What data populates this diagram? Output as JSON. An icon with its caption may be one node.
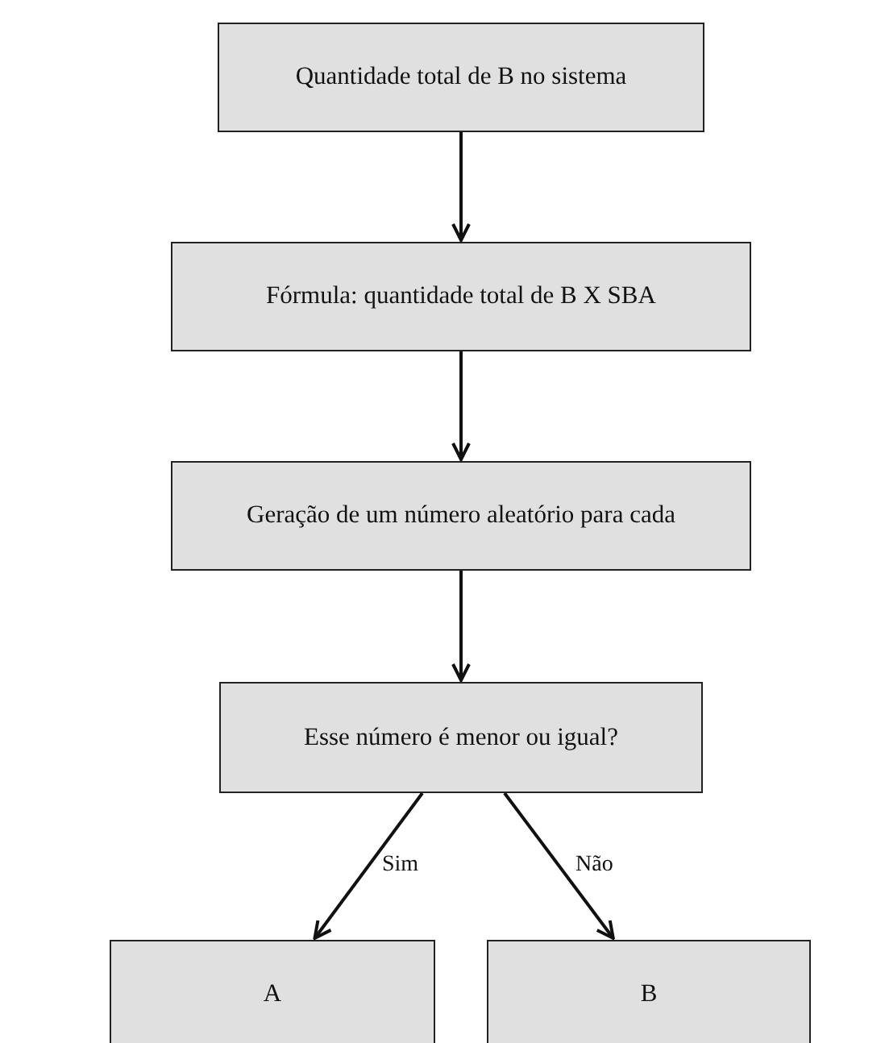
{
  "diagram": {
    "nodes": [
      {
        "text": [
          "Quantidade total de B no sistema"
        ]
      },
      {
        "text": [
          "Fórmula: quantidade total de B X SBA"
        ]
      },
      {
        "text": [
          "Geração de um número aleatório para cada"
        ]
      },
      {
        "text": [
          "Esse número é menor ou igual?"
        ]
      },
      {
        "text": [
          "A"
        ]
      },
      {
        "text": [
          "B"
        ]
      }
    ],
    "edges": [
      {
        "from": 0,
        "to": 1,
        "arrow": "to"
      },
      {
        "from": 1,
        "to": 2,
        "arrow": "to"
      },
      {
        "from": 2,
        "to": 3,
        "arrow": "to"
      },
      {
        "from": 3,
        "to": 4,
        "arrow": "to",
        "label": "Sim"
      },
      {
        "from": 3,
        "to": 5,
        "arrow": "to",
        "label": "Não"
      }
    ]
  }
}
